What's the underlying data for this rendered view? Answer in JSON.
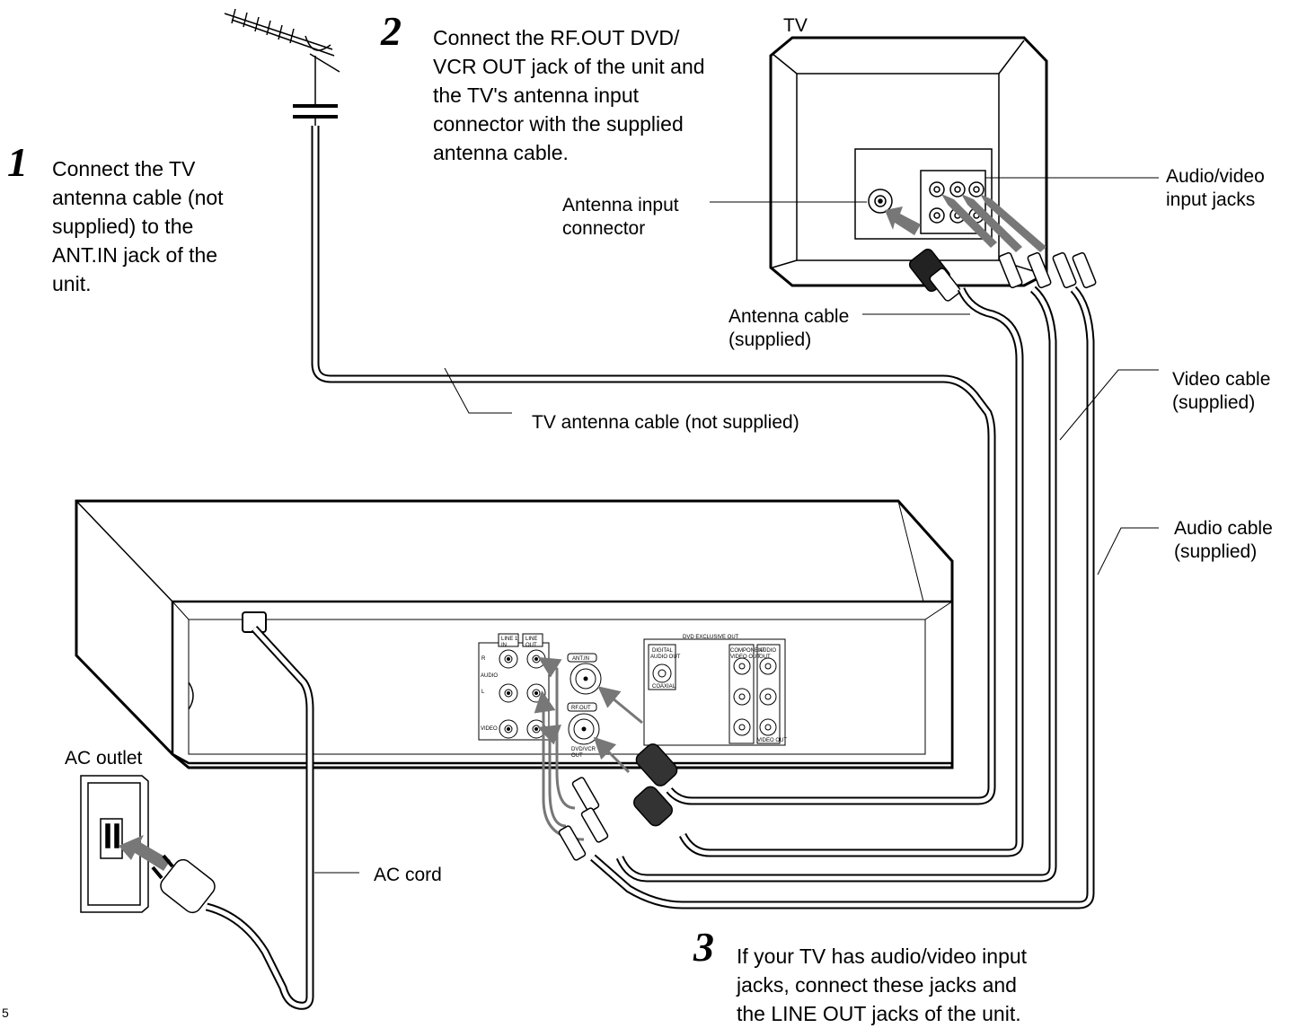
{
  "steps": [
    {
      "number": "1",
      "text": "Connect the TV\nantenna cable (not\nsupplied) to the\nANT.IN jack of the\nunit."
    },
    {
      "number": "2",
      "text": "Connect the RF.OUT DVD/\nVCR OUT jack of the unit and\nthe TV's antenna input\nconnector with the supplied\nantenna cable."
    },
    {
      "number": "3",
      "text": "If your TV has audio/video input\njacks, connect these jacks and\nthe LINE OUT jacks of the unit."
    }
  ],
  "labels": {
    "tv": "TV",
    "av_input_jacks": "Audio/video\ninput jacks",
    "antenna_input_connector": "Antenna input\nconnector",
    "antenna_cable_supplied": "Antenna cable\n(supplied)",
    "video_cable": "Video cable\n(supplied)",
    "audio_cable": "Audio cable\n(supplied)",
    "tv_antenna_cable": "TV antenna cable (not supplied)",
    "ac_outlet": "AC outlet",
    "ac_cord": "AC cord"
  },
  "panel": {
    "line1_in": "LINE 1\nIN",
    "line_out": "LINE\nOUT",
    "ant_in": "ANT.IN",
    "rf_out": "RF.OUT",
    "dvd_vcr_out": "DVD/VCR\nOUT",
    "audio": "AUDIO",
    "video": "VIDEO",
    "r": "R",
    "l": "L",
    "dvd_exclusive_out": "DVD EXCLUSIVE OUT",
    "digital": "DIGITAL",
    "digital_sub": "AUDIO OUT",
    "coaxial": "COAXIAL",
    "component": "COMPONENT\nVIDEO OUT",
    "audio_out": "AUDIO\nOUT",
    "video_out": "VIDEO OUT"
  },
  "page_number": "5"
}
